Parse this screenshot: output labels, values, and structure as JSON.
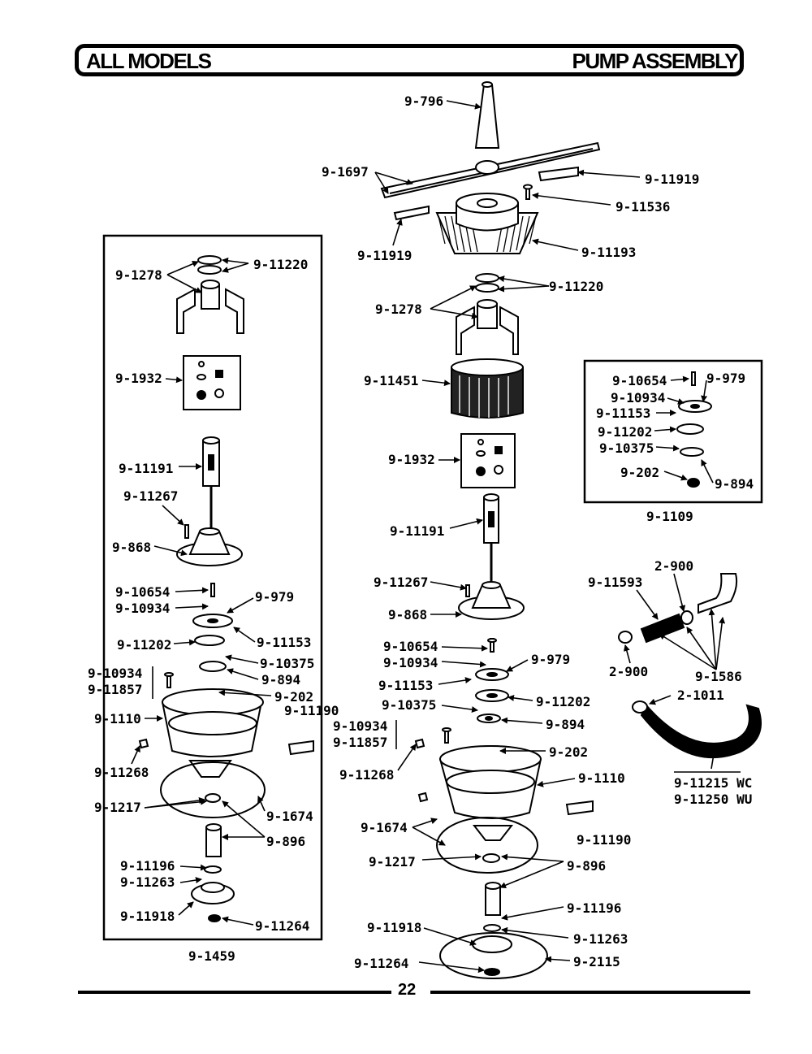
{
  "header": {
    "left_title": "ALL MODELS",
    "right_title": "PUMP ASSEMBLY"
  },
  "footer": {
    "page_number": "22"
  },
  "left_kit": {
    "kit_number": "9-1459",
    "parts": [
      {
        "id": "p1",
        "label": "9-1278"
      },
      {
        "id": "p2",
        "label": "9-11220"
      },
      {
        "id": "p3",
        "label": "9-1932"
      },
      {
        "id": "p4",
        "label": "9-11191"
      },
      {
        "id": "p5",
        "label": "9-11267"
      },
      {
        "id": "p6",
        "label": "9-868"
      },
      {
        "id": "p7",
        "label": "9-10654"
      },
      {
        "id": "p8",
        "label": "9-10934"
      },
      {
        "id": "p9",
        "label": "9-979"
      },
      {
        "id": "p10",
        "label": "9-11202"
      },
      {
        "id": "p11",
        "label": "9-11153"
      },
      {
        "id": "p12",
        "label": "9-10375"
      },
      {
        "id": "p13",
        "label": "9-894"
      },
      {
        "id": "p14",
        "label": "9-10934"
      },
      {
        "id": "p15",
        "label": "9-11857"
      },
      {
        "id": "p16",
        "label": "9-202"
      },
      {
        "id": "p17",
        "label": "9-1110"
      },
      {
        "id": "p18",
        "label": "9-11190"
      },
      {
        "id": "p19",
        "label": "9-11268"
      },
      {
        "id": "p20",
        "label": "9-1217"
      },
      {
        "id": "p21",
        "label": "9-1674"
      },
      {
        "id": "p22",
        "label": "9-896"
      },
      {
        "id": "p23",
        "label": "9-11196"
      },
      {
        "id": "p24",
        "label": "9-11263"
      },
      {
        "id": "p25",
        "label": "9-11918"
      },
      {
        "id": "p26",
        "label": "9-11264"
      }
    ]
  },
  "right_kit": {
    "kit_number": "9-1109",
    "parts": [
      {
        "id": "r1",
        "label": "9-10654"
      },
      {
        "id": "r2",
        "label": "9-979"
      },
      {
        "id": "r3",
        "label": "9-10934"
      },
      {
        "id": "r4",
        "label": "9-11153"
      },
      {
        "id": "r5",
        "label": "9-11202"
      },
      {
        "id": "r6",
        "label": "9-10375"
      },
      {
        "id": "r7",
        "label": "9-202"
      },
      {
        "id": "r8",
        "label": "9-894"
      }
    ]
  },
  "main_assembly": {
    "parts": [
      {
        "id": "m1",
        "label": "9-796"
      },
      {
        "id": "m2",
        "label": "9-1697"
      },
      {
        "id": "m3",
        "label": "9-11919"
      },
      {
        "id": "m4",
        "label": "9-11536"
      },
      {
        "id": "m5",
        "label": "9-11919"
      },
      {
        "id": "m6",
        "label": "9-11193"
      },
      {
        "id": "m7",
        "label": "9-11220"
      },
      {
        "id": "m8",
        "label": "9-1278"
      },
      {
        "id": "m9",
        "label": "9-11451"
      },
      {
        "id": "m10",
        "label": "9-1932"
      },
      {
        "id": "m11",
        "label": "9-11191"
      },
      {
        "id": "m12",
        "label": "9-11267"
      },
      {
        "id": "m13",
        "label": "9-868"
      },
      {
        "id": "m14",
        "label": "9-10654"
      },
      {
        "id": "m15",
        "label": "9-10934"
      },
      {
        "id": "m16",
        "label": "9-979"
      },
      {
        "id": "m17",
        "label": "9-11153"
      },
      {
        "id": "m18",
        "label": "9-11202"
      },
      {
        "id": "m19",
        "label": "9-10375"
      },
      {
        "id": "m20",
        "label": "9-894"
      },
      {
        "id": "m21",
        "label": "9-10934"
      },
      {
        "id": "m22",
        "label": "9-11857"
      },
      {
        "id": "m23",
        "label": "9-202"
      },
      {
        "id": "m24",
        "label": "9-11268"
      },
      {
        "id": "m25",
        "label": "9-1110"
      },
      {
        "id": "m26",
        "label": "9-1674"
      },
      {
        "id": "m27",
        "label": "9-11190"
      },
      {
        "id": "m28",
        "label": "9-1217"
      },
      {
        "id": "m29",
        "label": "9-896"
      },
      {
        "id": "m30",
        "label": "9-11196"
      },
      {
        "id": "m31",
        "label": "9-11918"
      },
      {
        "id": "m32",
        "label": "9-11263"
      },
      {
        "id": "m33",
        "label": "9-11264"
      },
      {
        "id": "m34",
        "label": "9-2115"
      }
    ]
  },
  "hose_group": {
    "parts": [
      {
        "id": "h1",
        "label": "2-900"
      },
      {
        "id": "h2",
        "label": "9-11593"
      },
      {
        "id": "h3",
        "label": "2-900"
      },
      {
        "id": "h4",
        "label": "9-1586"
      },
      {
        "id": "h5",
        "label": "2-1011"
      },
      {
        "id": "h6",
        "label": "9-11215 WC"
      },
      {
        "id": "h7",
        "label": "9-11250 WU"
      }
    ]
  }
}
